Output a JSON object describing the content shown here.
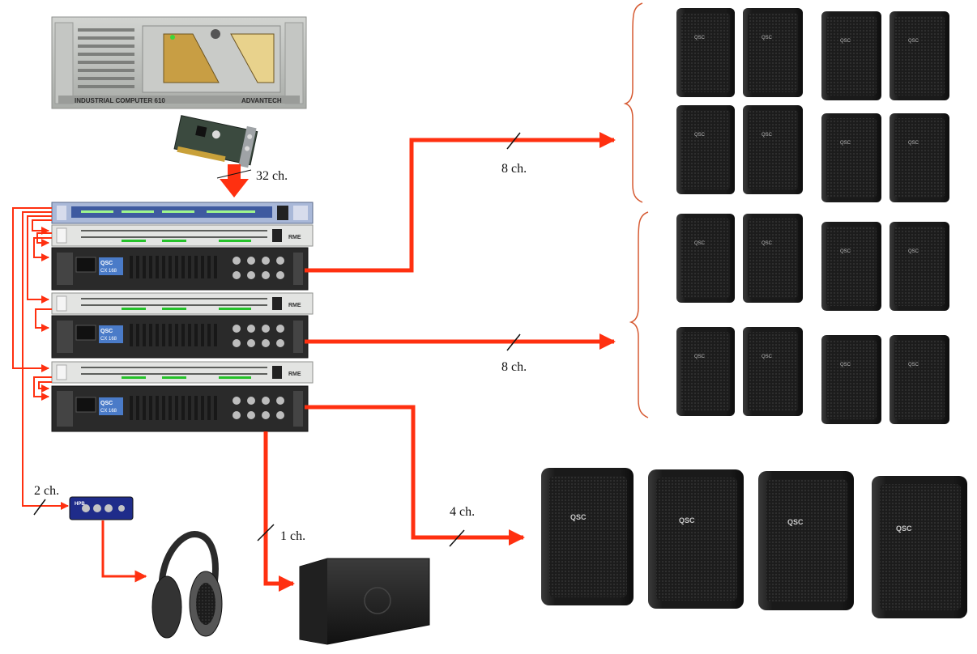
{
  "devices": {
    "computer": {
      "name_text": "INDUSTRIAL COMPUTER 610",
      "brand": "ADVANTECH"
    },
    "amplifier_brand": "QSC",
    "amplifier_model": "CX 168",
    "converter_brand": "RME",
    "headphone_amp_brand": "HPB",
    "speaker_brand": "QSC"
  },
  "labels": {
    "computer_to_rack": "32 ch.",
    "amp1_to_group1": "8 ch.",
    "amp2_to_group2": "8 ch.",
    "headphone": "2 ch.",
    "amp3_to_large": "4 ch.",
    "amp3_to_sub": "1 ch."
  },
  "colors": {
    "signal": "#ff3010",
    "rack": "#2a2a2a",
    "speaker": "#1d1d1d",
    "computer": "#b9bcb9"
  },
  "icons": [
    "computer-icon",
    "soundcard-icon",
    "rack-unit-icon",
    "amplifier-icon",
    "speaker-icon",
    "subwoofer-icon",
    "headphone-amp-icon",
    "headphones-icon"
  ]
}
